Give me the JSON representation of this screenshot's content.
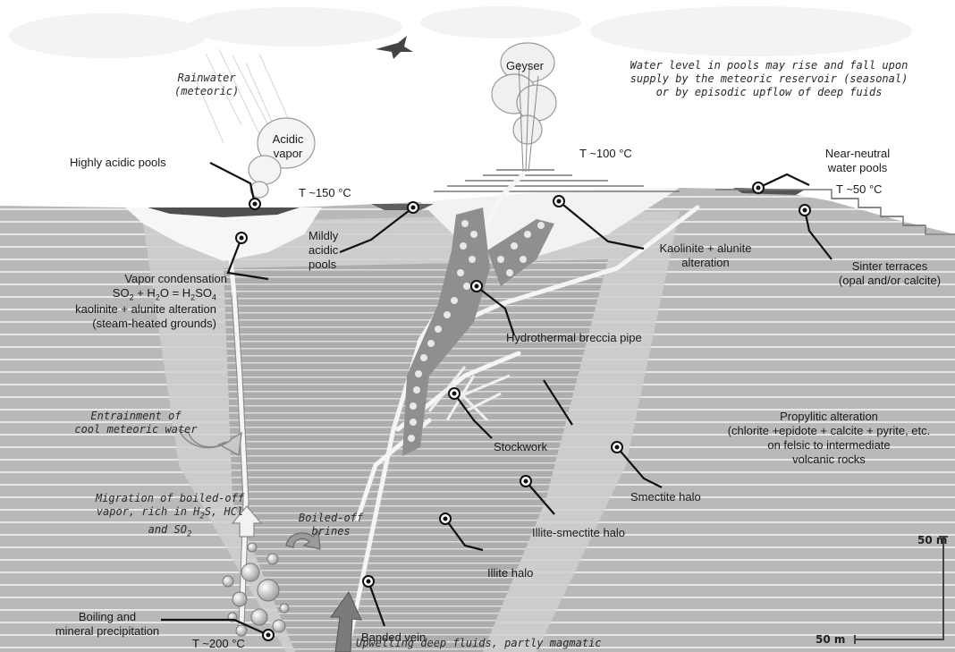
{
  "labels": {
    "rainwater": [
      "Rainwater",
      "(meteoric)"
    ],
    "geyser": "Geyser",
    "water_level_note": [
      "Water level in pools may rise and fall upon",
      "supply by the meteoric reservoir (seasonal)",
      "or by episodic upflow of deep fuids"
    ],
    "acidic_vapor": [
      "Acidic",
      "vapor"
    ],
    "highly_acidic_pools": "Highly acidic pools",
    "temp_150": "T ~150 °C",
    "temp_100": "T ~100 °C",
    "near_neutral_pools": [
      "Near-neutral",
      "water pools"
    ],
    "temp_50": "T ~50 °C",
    "mildly_acidic_pools": [
      "Mildly",
      "acidic",
      "pools"
    ],
    "kaolinite_alunite_alteration": [
      "Kaolinite + alunite",
      "alteration"
    ],
    "sinter_terraces": [
      "Sinter terraces",
      "(opal and/or calcite)"
    ],
    "vapor_condensation": "Vapor condensation",
    "so2_eq": {
      "a": "SO",
      "a_sub": "2",
      "b": " + H",
      "b_sub": "2",
      "c": "O = H",
      "c_sub": "2",
      "d": "SO",
      "d_sub": "4"
    },
    "steam_heated": [
      "kaolinite + alunite alteration",
      "(steam-heated grounds)"
    ],
    "breccia_pipe": "Hydrothermal breccia pipe",
    "entrainment": [
      "Entrainment of",
      "cool meteoric water"
    ],
    "propylitic": [
      "Propylitic alteration",
      "(chlorite +epidote + calcite + pyrite, etc.",
      "on felsic to intermediate",
      "volcanic rocks"
    ],
    "stockwork": "Stockwork",
    "smectite_halo": "Smectite halo",
    "migration": {
      "l1": "Migration of boiled-off",
      "l2a": "vapor, rich in H",
      "l2_sub": "2",
      "l2b": "S, HCl",
      "l3a": "and SO",
      "l3_sub": "2"
    },
    "boiled_off_brines": [
      "Boiled-off",
      "brines"
    ],
    "illite_smectite_halo": "Illite-smectite halo",
    "illite_halo": "Illite halo",
    "boiling": [
      "Boiling and",
      "mineral precipitation"
    ],
    "banded_vein": "Banded vein",
    "temp_200": "T ~200 °C",
    "upwelling": "Upwelling deep fluids, partly magmatic",
    "scale_vertical": "50 m",
    "scale_horizontal": "50 m"
  },
  "icons": [
    "bird-icon",
    "circular-arrow-icon",
    "upward-arrow-icon",
    "bubble-icon"
  ]
}
